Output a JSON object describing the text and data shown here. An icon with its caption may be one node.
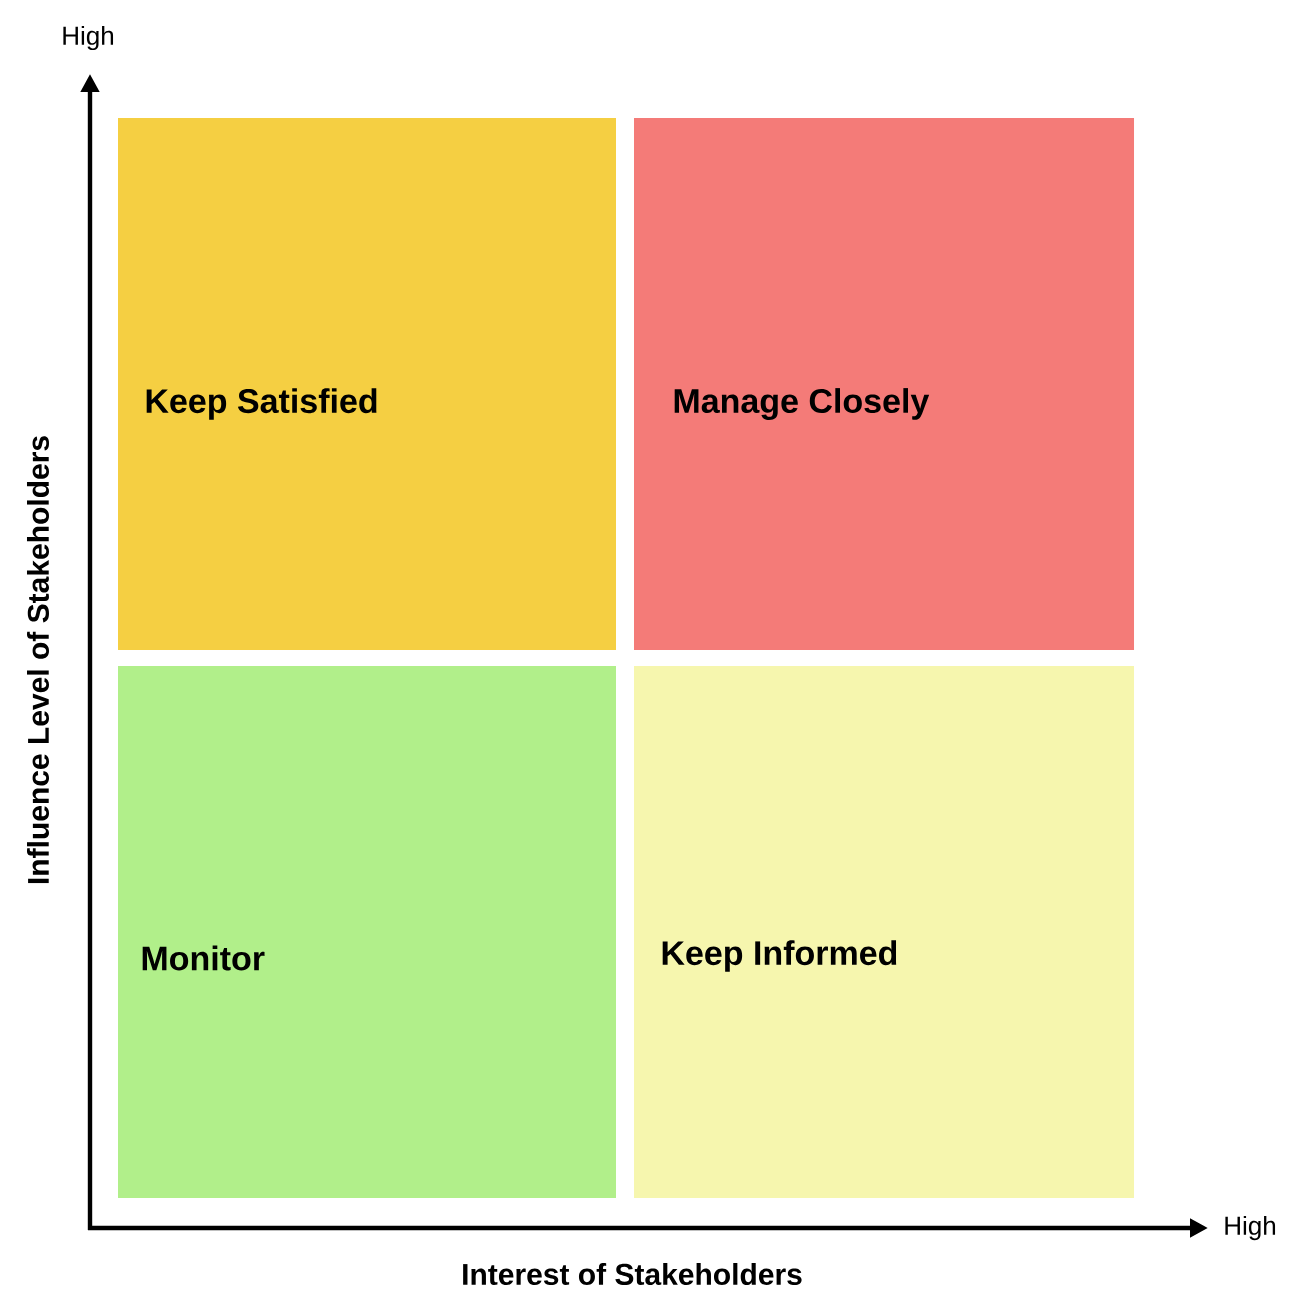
{
  "diagram": {
    "nodes": [
      {
        "text": [
          "Keep Satisfied"
        ]
      },
      {
        "text": [
          "Manage Closely"
        ]
      },
      {
        "text": [
          "Monitor"
        ]
      },
      {
        "text": [
          "Keep Informed"
        ]
      }
    ],
    "labels": [
      "High",
      "Influence Level of Stakeholders",
      "High",
      "Interest of Stakeholders"
    ]
  }
}
